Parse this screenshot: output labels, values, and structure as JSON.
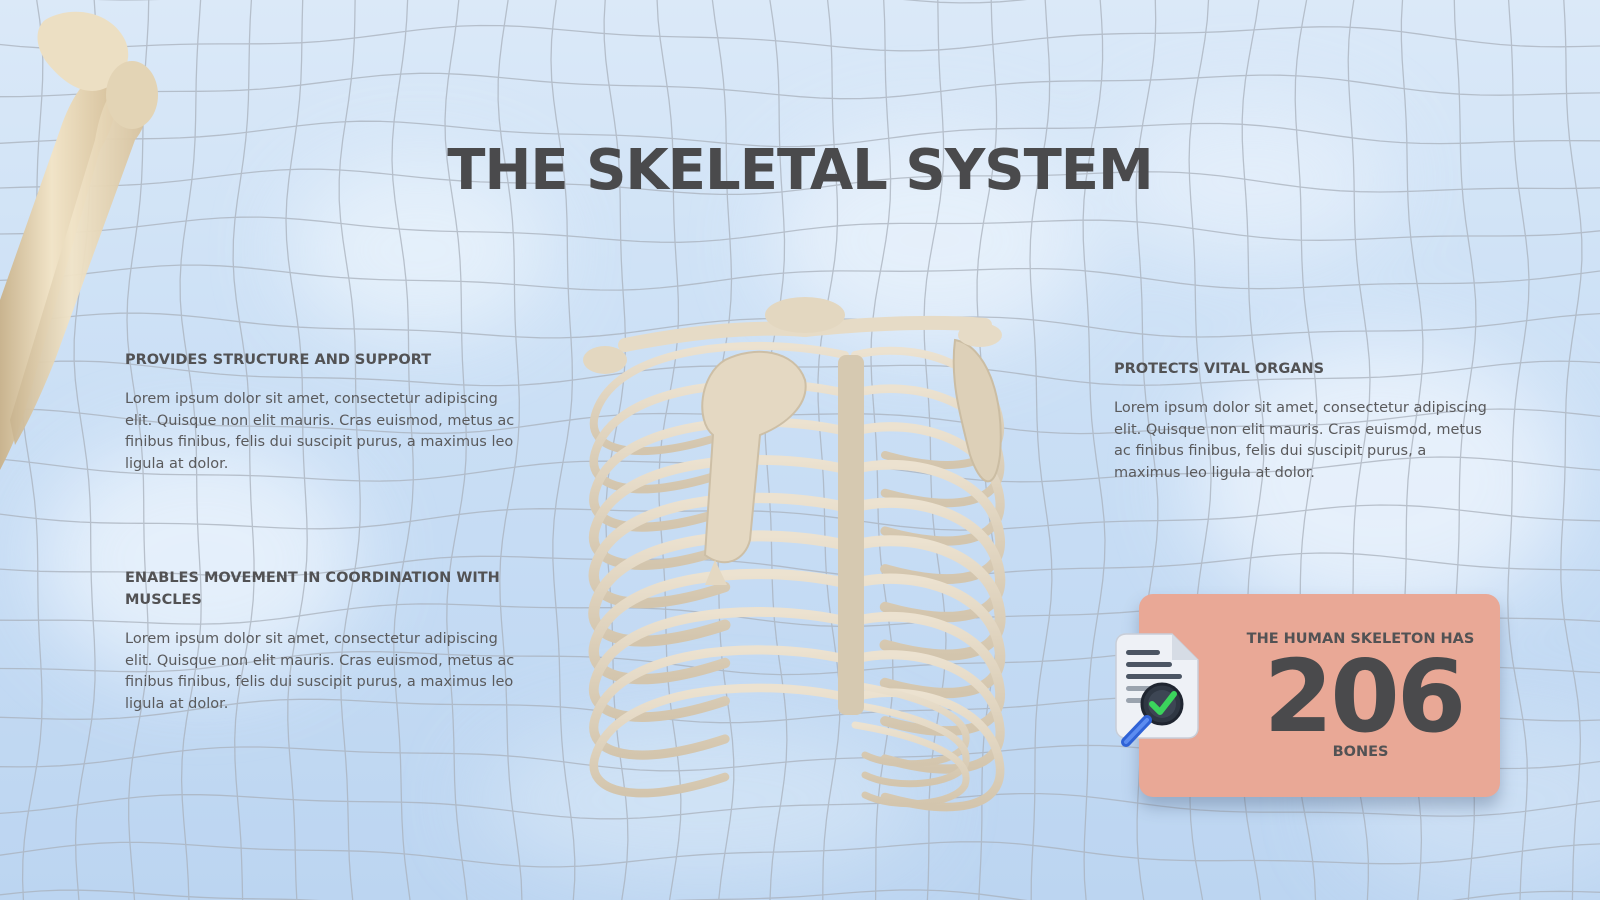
{
  "title": "THE SKELETAL SYSTEM",
  "points": [
    {
      "heading": "PROVIDES STRUCTURE AND SUPPORT",
      "body": "Lorem ipsum dolor sit amet, consectetur adipiscing elit. Quisque non elit mauris. Cras euismod, metus ac finibus finibus, felis dui suscipit purus, a maximus leo ligula at dolor."
    },
    {
      "heading": "ENABLES MOVEMENT IN COORDINATION WITH MUSCLES",
      "body": "Lorem ipsum dolor sit amet, consectetur adipiscing elit. Quisque non elit mauris. Cras euismod, metus ac finibus finibus, felis dui suscipit purus, a maximus leo ligula at dolor."
    },
    {
      "heading": "PROTECTS VITAL ORGANS",
      "body": "Lorem ipsum dolor sit amet, consectetur adipiscing elit. Quisque non elit mauris. Cras euismod, metus ac finibus finibus, felis dui suscipit purus, a maximus leo ligula at dolor."
    }
  ],
  "stat": {
    "top_label": "THE HUMAN SKELETON HAS",
    "number": "206",
    "bottom_label": "BONES",
    "icon": "document-search-check-icon"
  },
  "images": {
    "main": "rib-cage-image",
    "corner": "arm-bone-image"
  },
  "colors": {
    "background": "#cfe2f6",
    "grid_line": "#a9b3bf",
    "text": "#4a4a4c",
    "stat_card": "#e9a896",
    "bone": "#e2d6c2"
  }
}
